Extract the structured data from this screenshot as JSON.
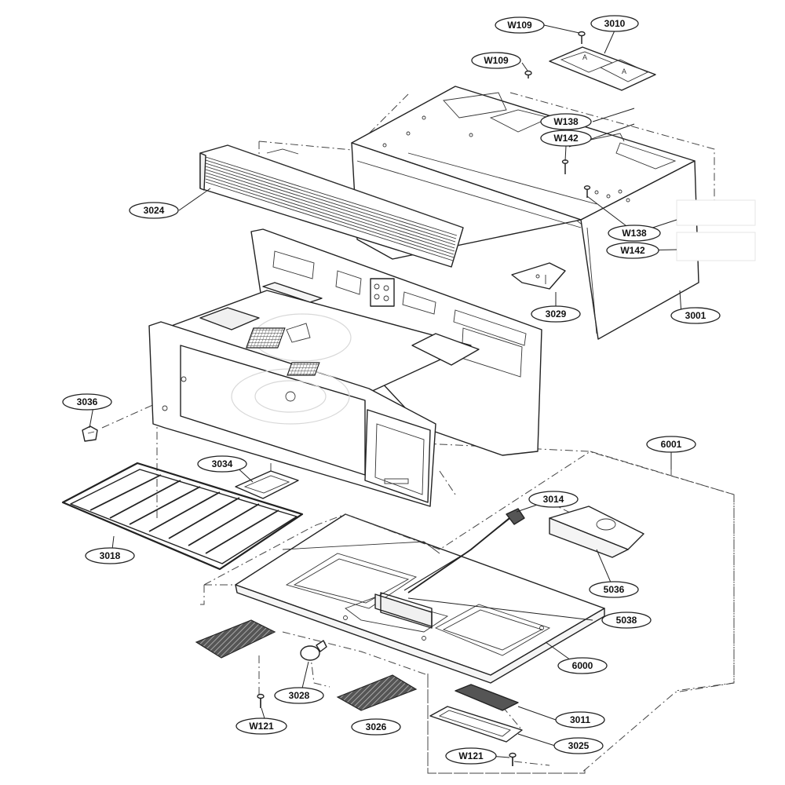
{
  "callouts": [
    {
      "id": "3010",
      "text": "3010"
    },
    {
      "id": "W109-top",
      "text": "W109"
    },
    {
      "id": "W109-mid",
      "text": "W109"
    },
    {
      "id": "W138-top",
      "text": "W138"
    },
    {
      "id": "W142-top",
      "text": "W142"
    },
    {
      "id": "3024",
      "text": "3024"
    },
    {
      "id": "W138-side",
      "text": "W138"
    },
    {
      "id": "W142-side",
      "text": "W142"
    },
    {
      "id": "3029",
      "text": "3029"
    },
    {
      "id": "3001",
      "text": "3001"
    },
    {
      "id": "3036",
      "text": "3036"
    },
    {
      "id": "6001",
      "text": "6001"
    },
    {
      "id": "3034",
      "text": "3034"
    },
    {
      "id": "3014",
      "text": "3014"
    },
    {
      "id": "3018",
      "text": "3018"
    },
    {
      "id": "5036",
      "text": "5036"
    },
    {
      "id": "5038",
      "text": "5038"
    },
    {
      "id": "6000",
      "text": "6000"
    },
    {
      "id": "3028",
      "text": "3028"
    },
    {
      "id": "3011",
      "text": "3011"
    },
    {
      "id": "W121-left",
      "text": "W121"
    },
    {
      "id": "3026",
      "text": "3026"
    },
    {
      "id": "3025",
      "text": "3025"
    },
    {
      "id": "W121-bottom",
      "text": "W121"
    }
  ]
}
